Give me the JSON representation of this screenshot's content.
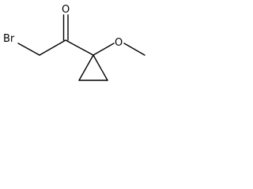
{
  "molecule": {
    "atoms": {
      "bromine": "Br",
      "carbonyl_oxygen": "O",
      "ether_oxygen": "O"
    }
  }
}
